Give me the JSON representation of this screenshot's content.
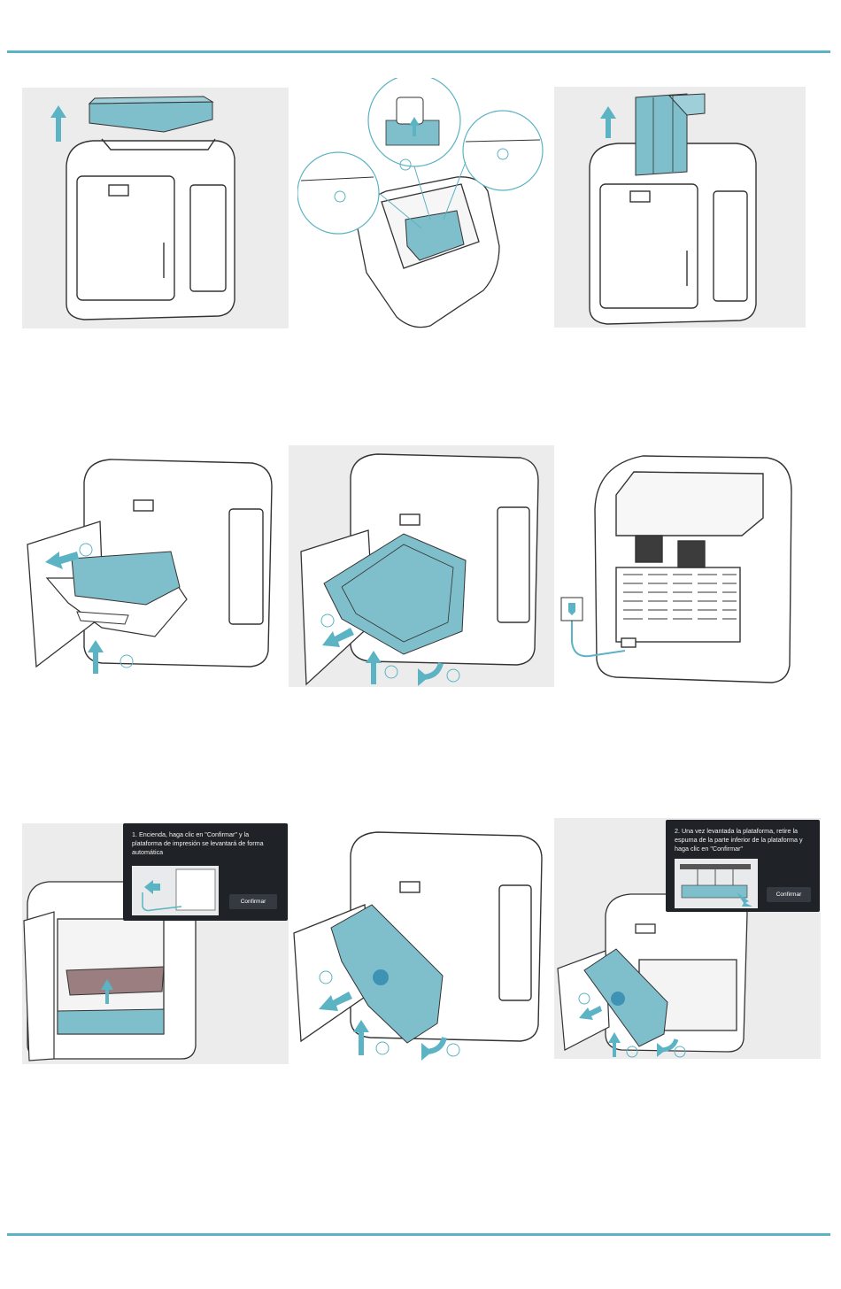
{
  "page": {
    "background": "#ffffff",
    "rule_color": "#5bb3c3",
    "accent": "#5bb3c3",
    "foam_color": "#7fbecb",
    "line_color": "#333333",
    "panel_gray": "#ececec"
  },
  "steps": [
    {
      "id": "remove-top-foam"
    },
    {
      "id": "cut-cable-ties"
    },
    {
      "id": "remove-side-foam"
    },
    {
      "id": "remove-bed-tray"
    },
    {
      "id": "remove-bottom-foam"
    },
    {
      "id": "connect-power"
    },
    {
      "id": "raise-platform"
    },
    {
      "id": "remove-lower-foam"
    },
    {
      "id": "remove-platform-foam"
    }
  ],
  "screen_prompt_1": {
    "message": "1. Encienda, haga clic en \"Confirmar\" y la plataforma de impresión se levantará de forma automática",
    "button": "Confirmar"
  },
  "screen_prompt_2": {
    "message": "2. Una vez levantada la plataforma, retire la espuma de la parte inferior de la plataforma y haga clic en \"Confirmar\"",
    "button": "Confirmar"
  },
  "icons": [
    "up-arrow-icon",
    "left-arrow-icon",
    "rotate-arrow-icon",
    "power-plug-icon",
    "step-circle-icon"
  ]
}
